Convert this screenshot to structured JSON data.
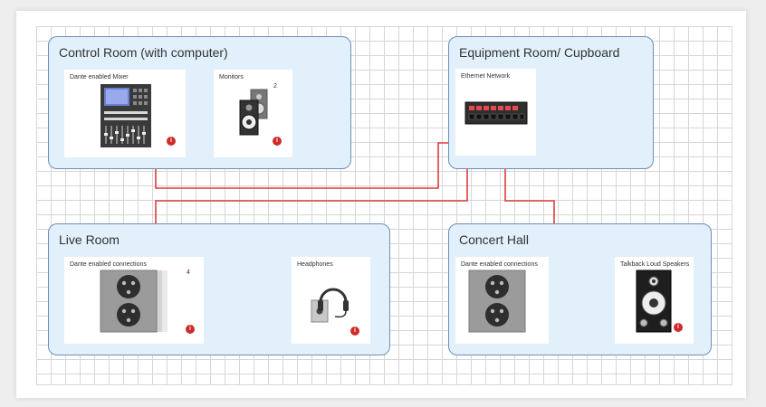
{
  "rooms": {
    "control": {
      "title": "Control Room (with computer)"
    },
    "equipment": {
      "title": "Equipment Room/ Cupboard"
    },
    "live": {
      "title": "Live Room"
    },
    "concert": {
      "title": "Concert Hall"
    }
  },
  "devices": {
    "mixer": {
      "label": "Dante enabled Mixer",
      "icon": "mixer-icon",
      "info_glyph": "i"
    },
    "monitors": {
      "label": "Monitors",
      "count": "2",
      "icon": "studio-monitor-icon",
      "info_glyph": "i"
    },
    "network": {
      "label": "Ethernet Network",
      "icon": "network-switch-icon"
    },
    "live_connections": {
      "label": "Dante enabled connections",
      "count": "4",
      "icon": "xlr-wallbox-icon",
      "info_glyph": "i"
    },
    "headphones": {
      "label": "Headphones",
      "icon": "headphones-icon",
      "info_glyph": "i"
    },
    "concert_connections": {
      "label": "Dante enabled connections",
      "icon": "xlr-wallbox-icon"
    },
    "talkback": {
      "label": "Talkback Loud Speakers",
      "icon": "loudspeaker-icon",
      "info_glyph": "i"
    }
  },
  "colors": {
    "wire": "#e03a3e",
    "room_fill": "#e1f0fa",
    "room_border": "#6f8fb6",
    "info_badge": "#cf2b2b"
  }
}
